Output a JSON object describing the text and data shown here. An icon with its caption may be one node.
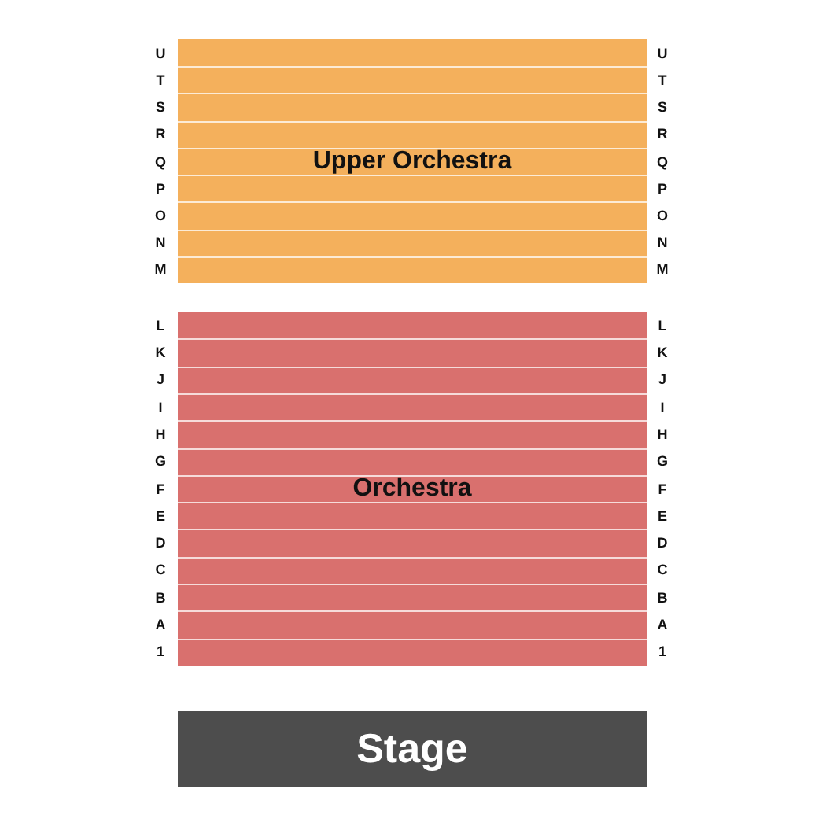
{
  "diagram": {
    "nodes": [
      {
        "text": [
          "Upper Orchestra"
        ]
      },
      {
        "text": [
          "Orchestra"
        ]
      },
      {
        "text": [
          "Stage"
        ]
      }
    ],
    "labels": [
      "U",
      "U",
      "T",
      "T",
      "S",
      "S",
      "R",
      "R",
      "Q",
      "Q",
      "P",
      "P",
      "O",
      "O",
      "N",
      "N",
      "M",
      "M",
      "L",
      "L",
      "K",
      "K",
      "J",
      "J",
      "I",
      "I",
      "H",
      "H",
      "G",
      "G",
      "F",
      "F",
      "E",
      "E",
      "D",
      "D",
      "C",
      "C",
      "B",
      "B",
      "A",
      "A",
      "1",
      "1"
    ]
  }
}
